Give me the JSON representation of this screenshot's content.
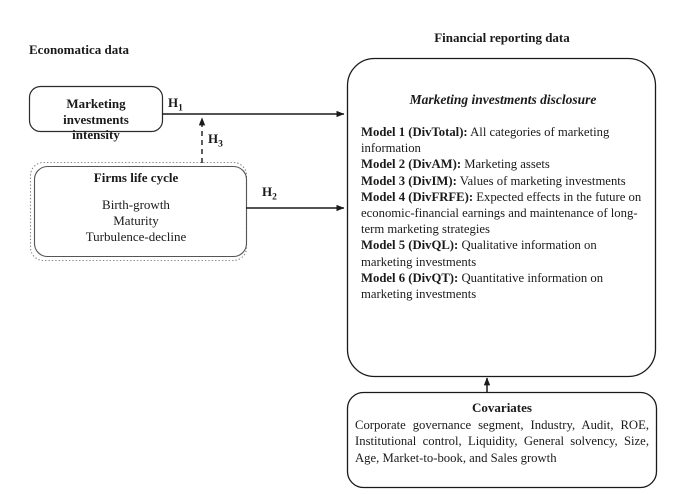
{
  "figure": {
    "background": "#ffffff",
    "stroke": "#1a1a1a"
  },
  "left_column": {
    "heading": "Economatica data",
    "marketing_box": {
      "lines": [
        "Marketing",
        "investments",
        "intensity"
      ]
    },
    "lifecycle_box": {
      "heading": "Firms life cycle",
      "items": [
        "Birth-growth",
        "Maturity",
        "Turbulence-decline"
      ]
    }
  },
  "hypotheses": [
    {
      "id": "h1",
      "base": "H",
      "sub": "1"
    },
    {
      "id": "h3",
      "base": "H",
      "sub": "3"
    },
    {
      "id": "h2",
      "base": "H",
      "sub": "2"
    }
  ],
  "right_column": {
    "heading": "Financial reporting data",
    "disclosure": {
      "title": "Marketing investments disclosure",
      "models": [
        {
          "label": "Model 1 (DivTotal):",
          "text": " All categories of marketing information"
        },
        {
          "label": "Model 2 (DivAM):",
          "text": " Marketing assets"
        },
        {
          "label": "Model 3 (DivIM):",
          "text": " Values of marketing investments"
        },
        {
          "label": "Model 4 (DivFRFE):",
          "text": " Expected effects in the future on economic-financial earnings and maintenance of long-term marketing strategies"
        },
        {
          "label": "Model 5 (DivQL):",
          "text": " Qualitative information on marketing investments"
        },
        {
          "label": "Model 6 (DivQT):",
          "text": " Quantitative information on marketing investments"
        }
      ]
    },
    "covariates": {
      "title": "Covariates",
      "text": "Corporate governance segment, Industry, Audit, ROE, Institutional control, Liquidity, General solvency, Size, Age, Market-to-book, and Sales growth"
    }
  }
}
